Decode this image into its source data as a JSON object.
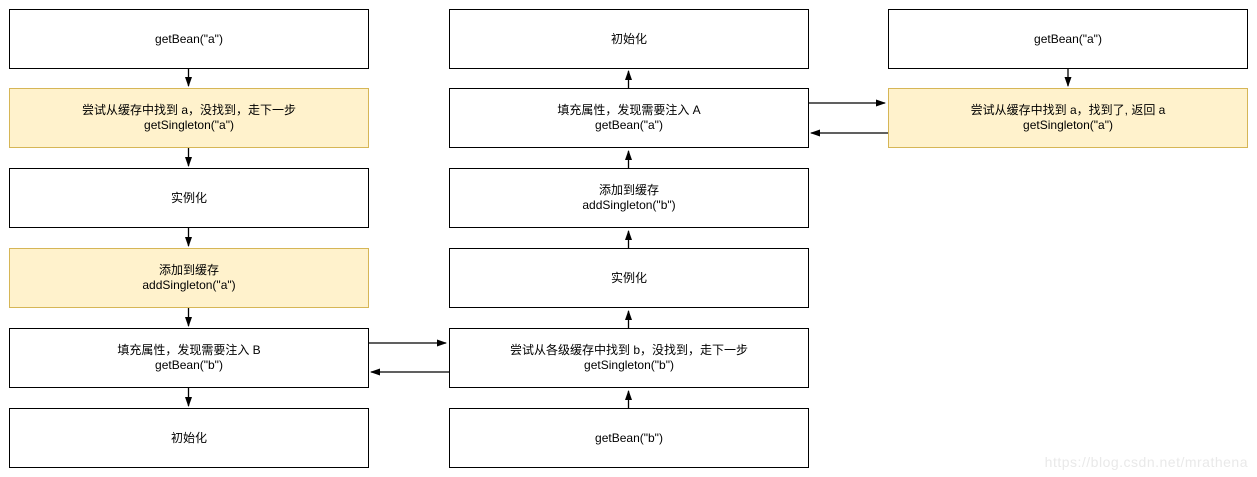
{
  "watermark": "https://blog.csdn.net/mrathena",
  "colors": {
    "node_fill": "#ffffff",
    "node_border": "#000000",
    "highlight_fill": "#fff2cc",
    "highlight_border": "#d6b656",
    "arrow": "#000000",
    "watermark_text": "#e9e9e9"
  },
  "diagram": {
    "type": "flowchart",
    "columns": [
      {
        "name": "bean-a-creation",
        "nodes": [
          {
            "line1": "getBean(\"a\")",
            "line2": "",
            "style": "white"
          },
          {
            "line1": "尝试从缓存中找到 a，没找到，走下一步",
            "line2": "getSingleton(\"a\")",
            "style": "yellow"
          },
          {
            "line1": "实例化",
            "line2": "",
            "style": "white"
          },
          {
            "line1": "添加到缓存",
            "line2": "addSingleton(\"a\")",
            "style": "yellow"
          },
          {
            "line1": "填充属性，发现需要注入 B",
            "line2": "getBean(\"b\")",
            "style": "white"
          },
          {
            "line1": "初始化",
            "line2": "",
            "style": "white"
          }
        ]
      },
      {
        "name": "bean-b-creation",
        "nodes": [
          {
            "line1": "初始化",
            "line2": "",
            "style": "white"
          },
          {
            "line1": "填充属性，发现需要注入 A",
            "line2": "getBean(\"a\")",
            "style": "white"
          },
          {
            "line1": "添加到缓存",
            "line2": "addSingleton(\"b\")",
            "style": "white"
          },
          {
            "line1": "实例化",
            "line2": "",
            "style": "white"
          },
          {
            "line1": "尝试从各级缓存中找到 b，没找到，走下一步",
            "line2": "getSingleton(\"b\")",
            "style": "white"
          },
          {
            "line1": "getBean(\"b\")",
            "line2": "",
            "style": "white"
          }
        ]
      },
      {
        "name": "bean-a-cache-hit",
        "nodes": [
          {
            "line1": "getBean(\"a\")",
            "line2": "",
            "style": "white"
          },
          {
            "line1": "尝试从缓存中找到 a，找到了, 返回 a",
            "line2": "getSingleton(\"a\")",
            "style": "yellow"
          }
        ]
      }
    ],
    "edges": [
      "left.0 -> left.1",
      "left.1 -> left.2",
      "left.2 -> left.3",
      "left.3 -> left.4",
      "left.4 -> left.5",
      "left.4 -> middle.4",
      "middle.4 -> left.4",
      "middle.5 -> middle.4",
      "middle.4 -> middle.3",
      "middle.3 -> middle.2",
      "middle.2 -> middle.1",
      "middle.1 -> middle.0",
      "middle.1 -> right.1",
      "right.1 -> middle.1",
      "right.0 -> right.1"
    ]
  }
}
